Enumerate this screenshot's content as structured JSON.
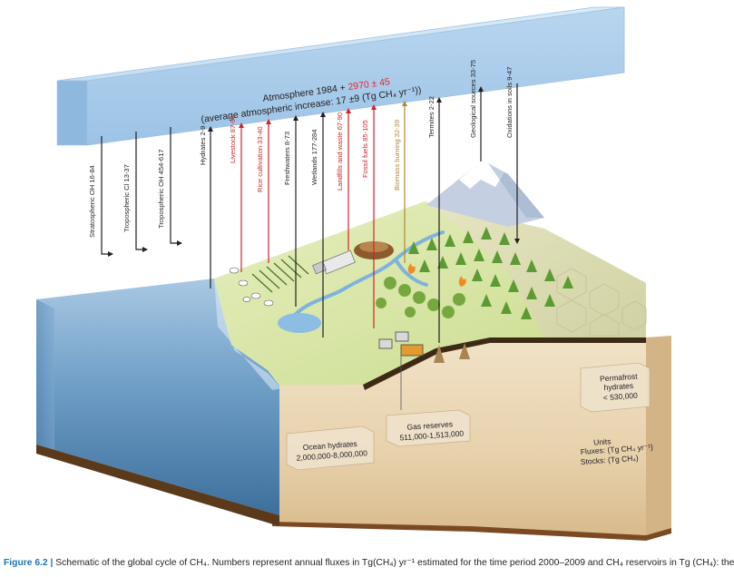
{
  "atmosphere": {
    "line1_prefix": "Atmosphere 1984 + ",
    "line1_value": "2970 ± 45",
    "line2": "(average atmospheric increase: 17 ±9 (Tg CH₄ yr⁻¹))",
    "value_color": "#e8262b"
  },
  "fluxes": [
    {
      "label": "Stratospheric OH 16-84",
      "direction": "down",
      "color": "#231f20"
    },
    {
      "label": "Tropospheric Cl 13-37",
      "direction": "down",
      "color": "#231f20"
    },
    {
      "label": "Tropospheric OH 454-617",
      "direction": "down",
      "color": "#231f20"
    },
    {
      "label": "Hydrates 2-9",
      "direction": "up",
      "color": "#231f20"
    },
    {
      "label": "Livestock 87-94",
      "direction": "up",
      "color": "#d2232a"
    },
    {
      "label": "Rice cultivation 33-40",
      "direction": "up",
      "color": "#d2232a"
    },
    {
      "label": "Freshwaters 8-73",
      "direction": "up",
      "color": "#231f20"
    },
    {
      "label": "Wetlands 177-284",
      "direction": "up",
      "color": "#231f20"
    },
    {
      "label": "Landfills and waste 67-90",
      "direction": "up",
      "color": "#d2232a"
    },
    {
      "label": "Fossil fuels 85-105",
      "direction": "up",
      "color": "#d2232a"
    },
    {
      "label": "Biomass burning 32-39",
      "direction": "up",
      "color": "#b08a2e"
    },
    {
      "label": "Termites 2-22",
      "direction": "up",
      "color": "#231f20"
    },
    {
      "label": "Geological sources 33-75",
      "direction": "up",
      "color": "#231f20"
    },
    {
      "label": "Oxidations in soils 9-47",
      "direction": "down",
      "color": "#231f20"
    }
  ],
  "reservoirs": {
    "ocean_hydrates": {
      "title": "Ocean hydrates",
      "value": "2,000,000-8,000,000"
    },
    "gas_reserves": {
      "title": "Gas reserves",
      "value": "511,000-1,513,000"
    },
    "permafrost": {
      "line1": "Permafrost",
      "line2": "hydrates",
      "value": "< 530,000"
    }
  },
  "units": {
    "title": "Units",
    "fluxes": "Fluxes: (Tg CH₄ yr⁻¹)",
    "stocks": "Stocks: (Tg CH₄)"
  },
  "caption": {
    "label": "Figure 6.2 |",
    "text": " Schematic of the global cycle of CH₄. Numbers represent annual fluxes in Tg(CH₄) yr⁻¹ estimated for the time period 2000–2009 and CH₄ reservoirs in Tg (CH₄): the"
  },
  "colors": {
    "atmosphere": "#b5d3ee",
    "ocean": "#6f9fc7",
    "land": "#d8e6a6",
    "soil": "#e8d4b0",
    "anthropogenic_arrow": "#d2232a",
    "biomass_arrow": "#b08a2e"
  }
}
